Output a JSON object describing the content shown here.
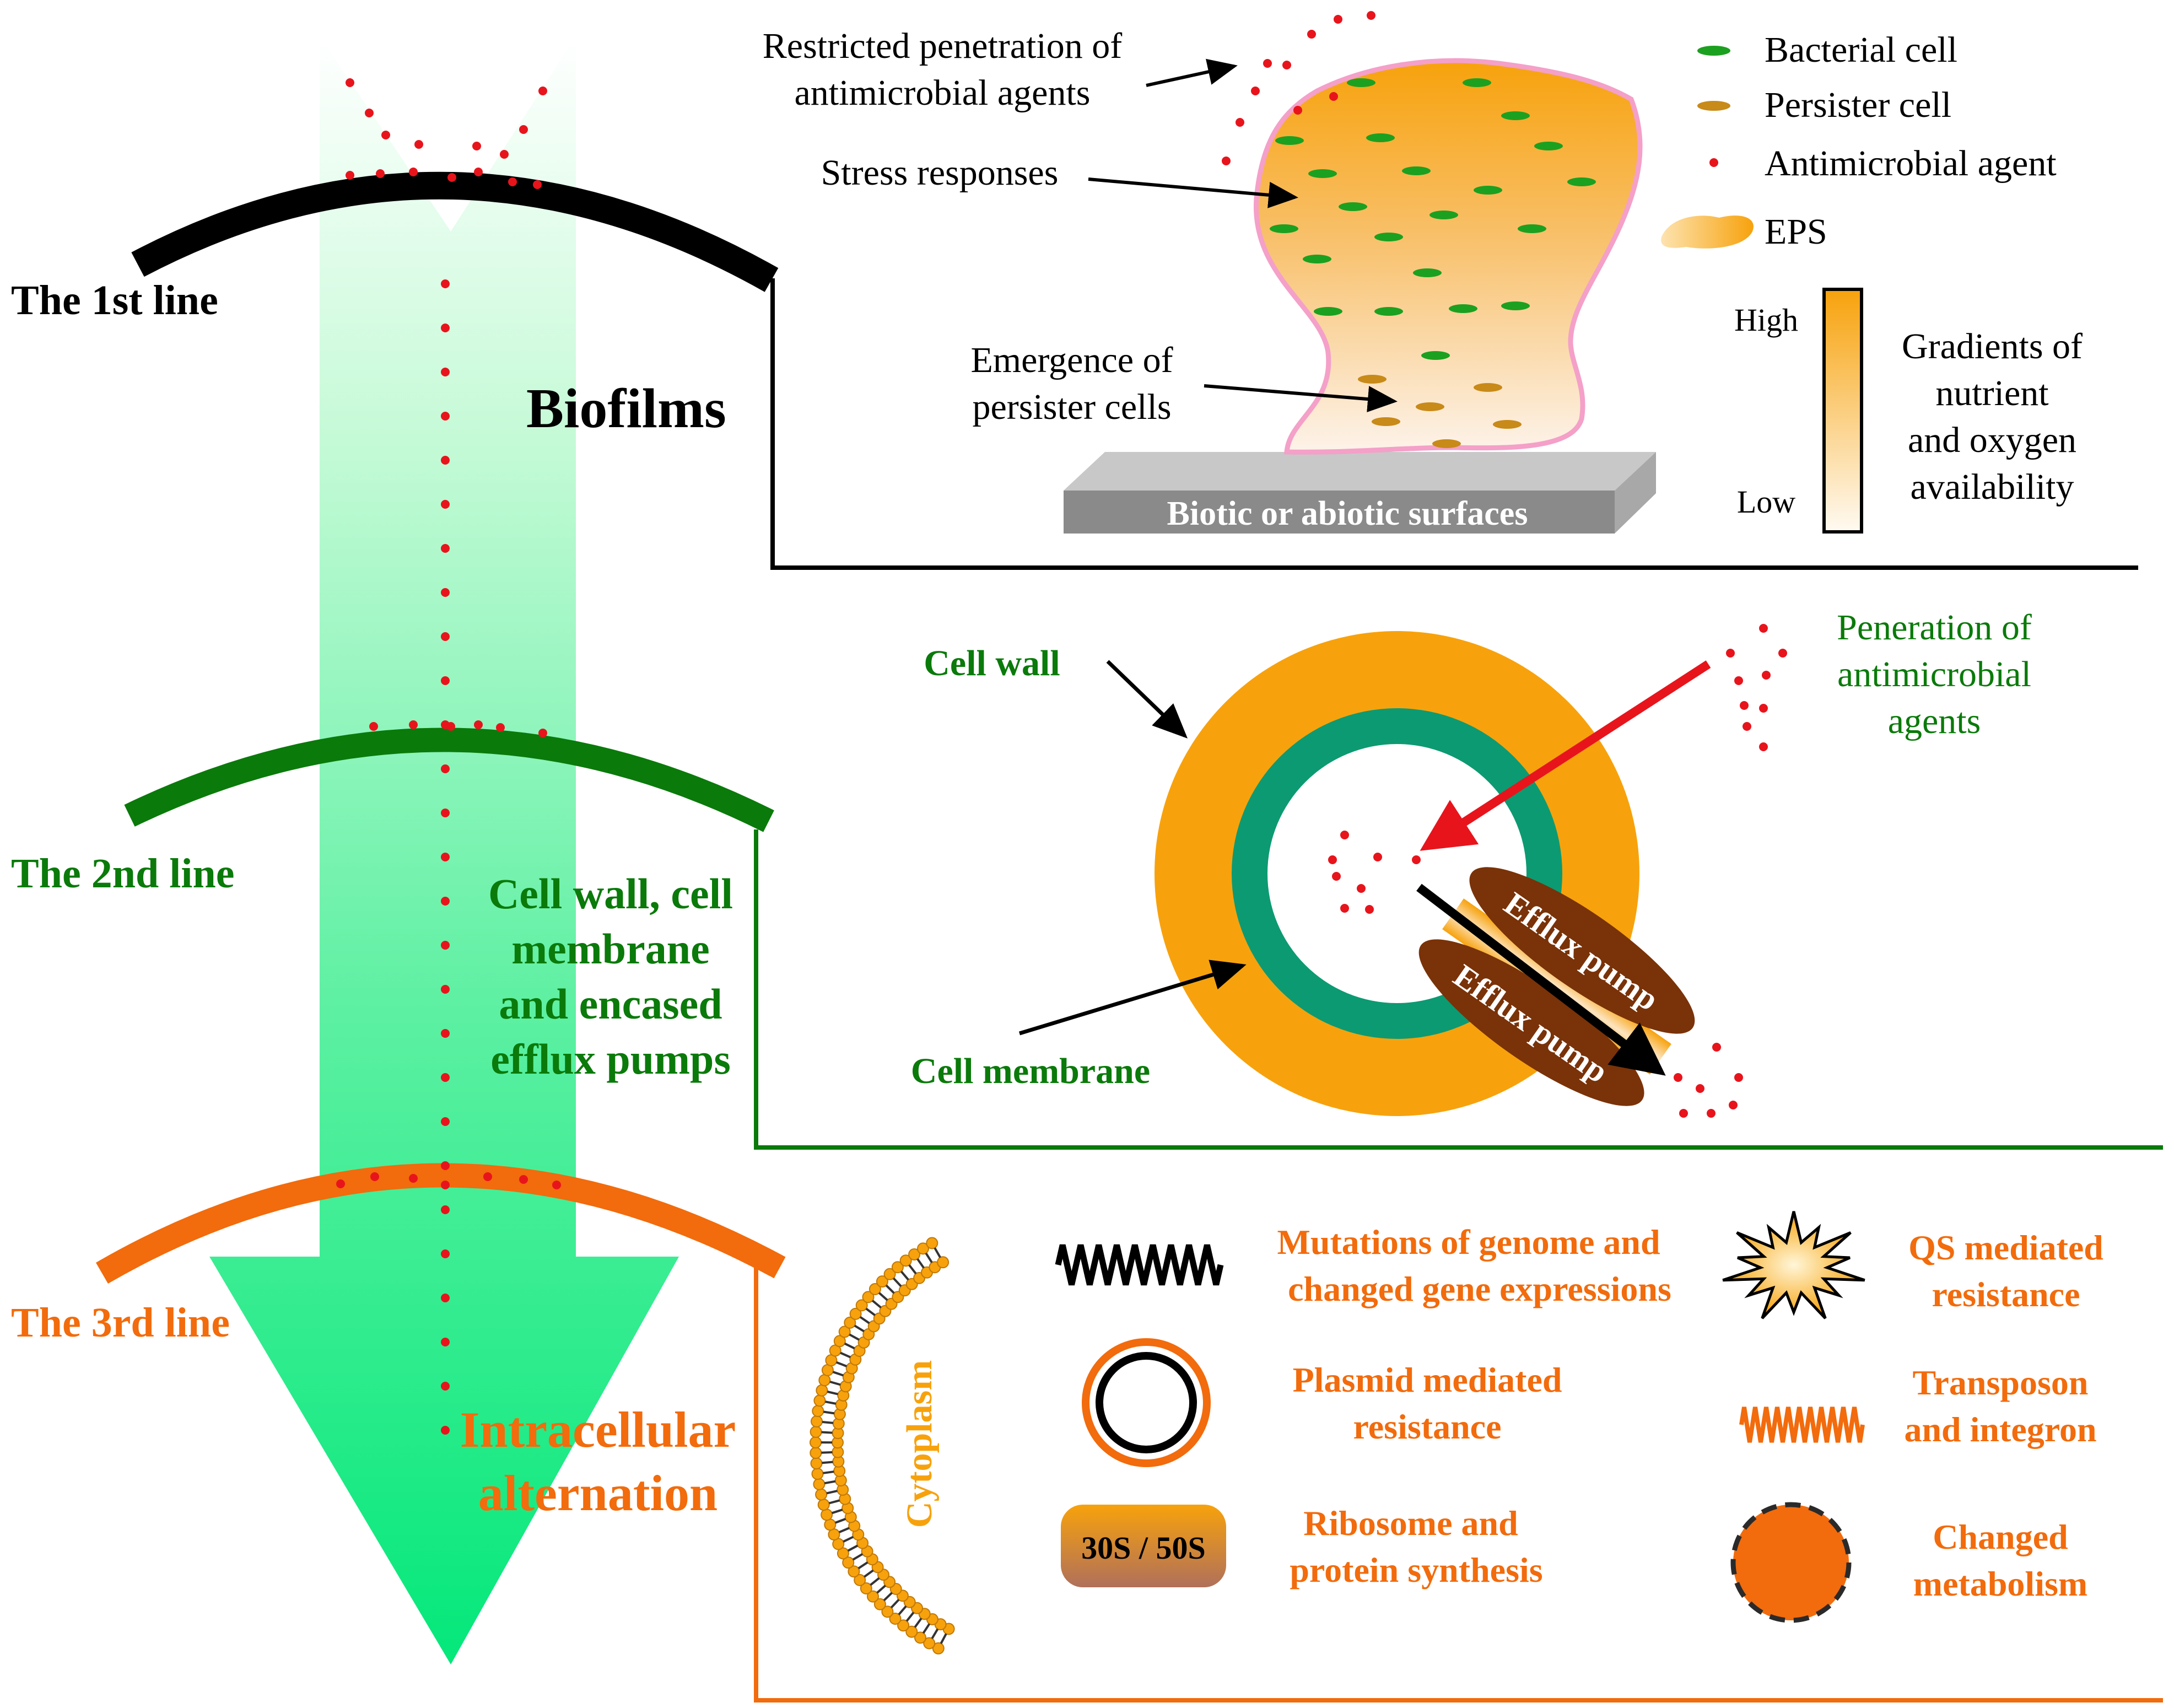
{
  "colors": {
    "line1": "#000000",
    "line2": "#0a7a0a",
    "line3": "#f26b0c",
    "orange": "#f7a20c",
    "teal": "#0c9a72",
    "green_arrow": "#10ec7c",
    "red_dot": "#e8141c",
    "brown": "#7a3208",
    "surface": "#8a8a8a",
    "biofilm_outline": "#f4a0c8",
    "bacteria": "#1ca020",
    "persister": "#c88a18"
  },
  "defense_lines": {
    "line1_label": "The 1st line",
    "line2_label": "The 2nd line",
    "line3_label": "The 3rd line"
  },
  "section_titles": {
    "biofilms": "Biofilms",
    "barrier": [
      "Cell wall, cell",
      "membrane",
      "and encased",
      "efflux pumps"
    ],
    "intracellular": [
      "Intracellular",
      "alternation"
    ]
  },
  "biofilm_panel": {
    "restricted_penetration": [
      "Restricted penetration of",
      "antimicrobial agents"
    ],
    "stress_responses": "Stress responses",
    "emergence": [
      "Emergence of",
      "persister cells"
    ],
    "surface": "Biotic or abiotic surfaces"
  },
  "legend": {
    "items": [
      {
        "label": "Bacterial cell",
        "icon": "bacterial-cell-icon"
      },
      {
        "label": "Persister cell",
        "icon": "persister-cell-icon"
      },
      {
        "label": "Antimicrobial agent",
        "icon": "antimicrobial-dot-icon"
      },
      {
        "label": "EPS",
        "icon": "eps-icon"
      }
    ],
    "gradient_high": "High",
    "gradient_low": "Low",
    "gradient_title": [
      "Gradients of",
      "nutrient",
      "and oxygen",
      "availability"
    ]
  },
  "cell_panel": {
    "cell_wall": "Cell wall",
    "cell_membrane": "Cell membrane",
    "penetration": [
      "Peneration of",
      "antimicrobial",
      "agents"
    ],
    "efflux_pump_label": "Efflux pump"
  },
  "intracellular_panel": {
    "cytoplasm": "Cytoplasm",
    "mutations": [
      "Mutations of genome and",
      "changed gene expressions"
    ],
    "qs": [
      "QS mediated",
      "resistance"
    ],
    "plasmid": [
      "Plasmid mediated",
      "resistance"
    ],
    "transposon": [
      "Transposon",
      "and integron"
    ],
    "ribosome_label": "30S / 50S",
    "ribosome": [
      "Ribosome and",
      "protein synthesis"
    ],
    "metabolism": [
      "Changed",
      "metabolism"
    ]
  }
}
